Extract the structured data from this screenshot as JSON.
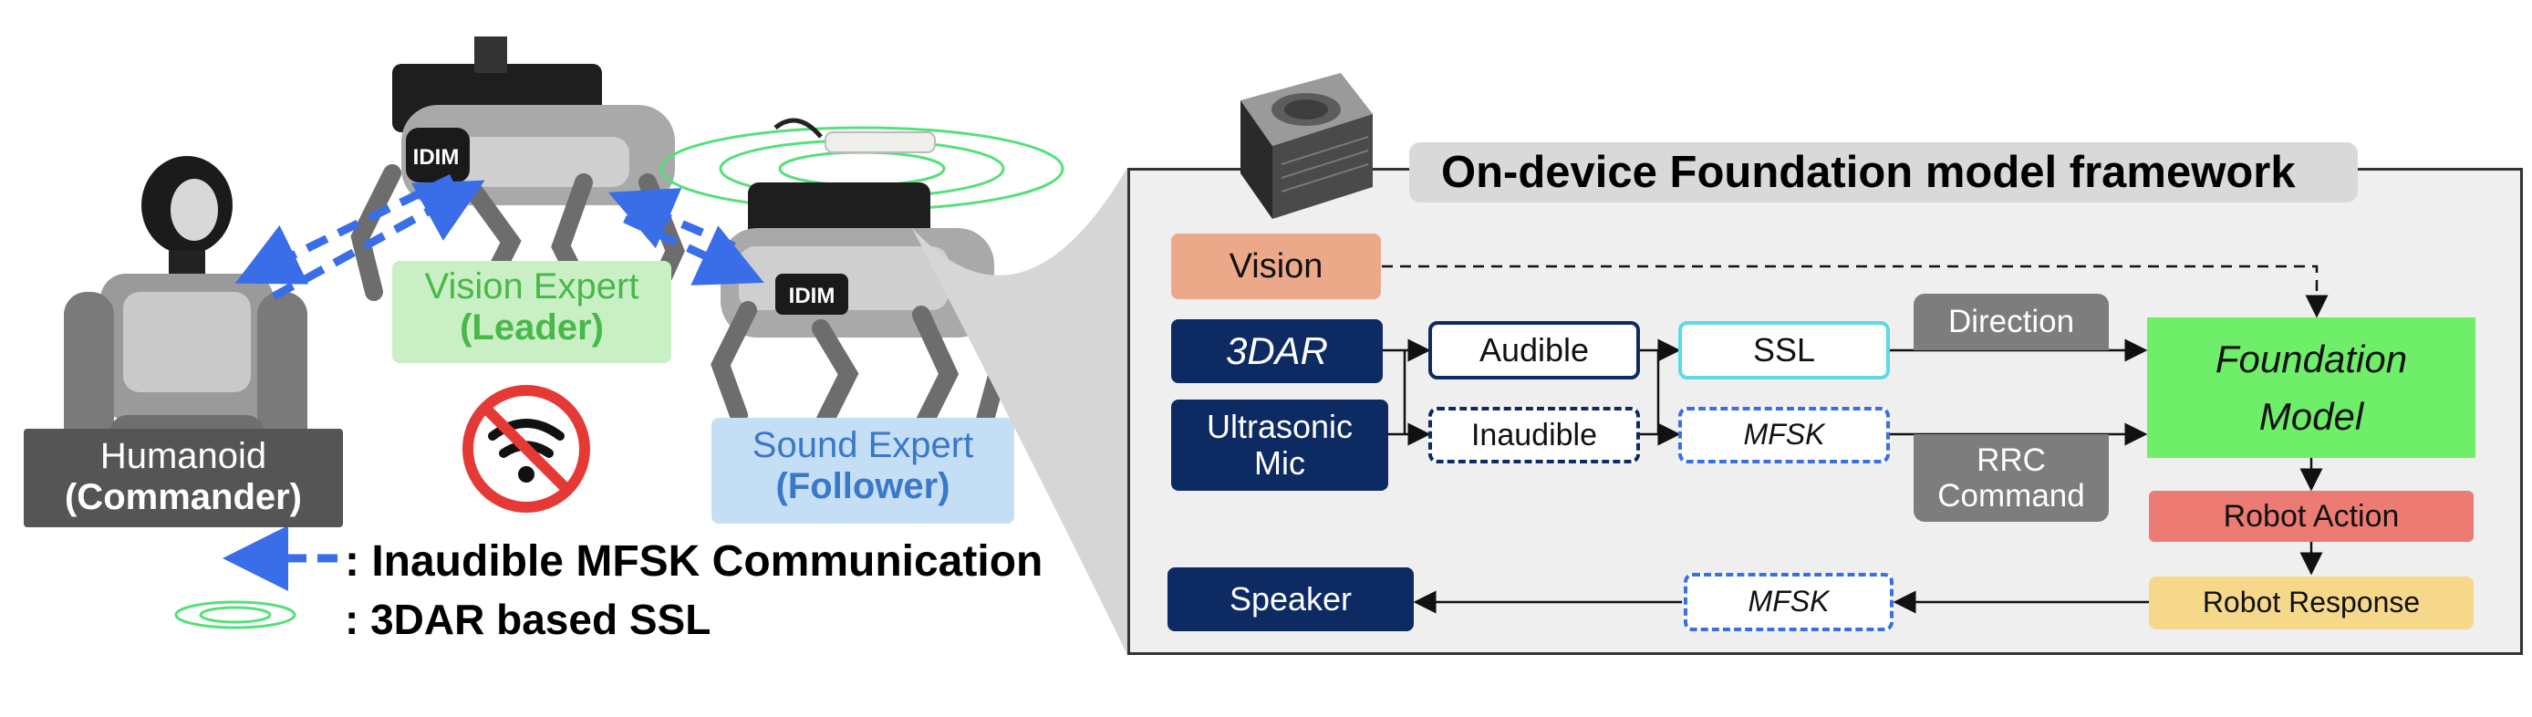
{
  "left": {
    "vision_expert": {
      "line1": "Vision Expert",
      "line2": "(Leader)"
    },
    "sound_expert": {
      "line1": "Sound Expert",
      "line2": "(Follower)"
    },
    "humanoid": {
      "line1": "Humanoid",
      "line2": "(Commander)"
    },
    "legend": {
      "mfsk": ": Inaudible MFSK Communication",
      "ssl": ": 3DAR based SSL"
    },
    "robot_chest_mark": "IDIM"
  },
  "framework": {
    "title": "On-device Foundation model framework",
    "nodes": {
      "vision": "Vision",
      "dar": "3DAR",
      "ultrasonic_l1": "Ultrasonic",
      "ultrasonic_l2": "Mic",
      "audible": "Audible",
      "inaudible": "Inaudible",
      "ssl": "SSL",
      "mfsk_in": "MFSK",
      "direction": "Direction",
      "rrc_l1": "RRC",
      "rrc_l2": "Command",
      "foundation_l1": "Foundation",
      "foundation_l2": "Model",
      "robot_action": "Robot Action",
      "robot_response": "Robot Response",
      "mfsk_out": "MFSK",
      "speaker": "Speaker"
    }
  },
  "colors": {
    "navy": "#0d2a63",
    "vision_orange": "#eca98a",
    "ssl_cyan": "#5fd8e8",
    "mfsk_blue": "#3a6ee8",
    "gray": "#7d7d7d",
    "foundation_green": "#6fee6a",
    "action_red": "#ec7b74",
    "response_yellow": "#f5d88a",
    "vision_expert_bg": "#c9f0c4",
    "sound_expert_bg": "#c4dff5",
    "humanoid_bg": "#555555"
  },
  "icons": [
    "no-wifi-icon",
    "dashed-arrow-icon",
    "concentric-ellipse-icon",
    "gpu-module-icon"
  ]
}
